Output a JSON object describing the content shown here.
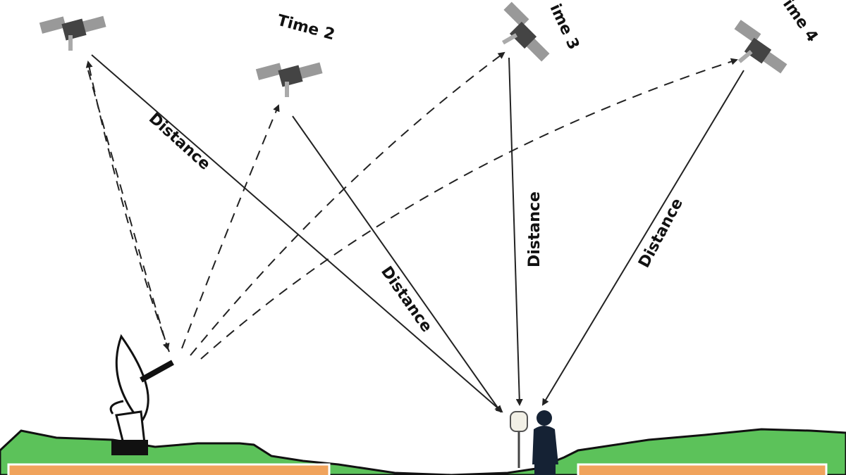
{
  "satellites": [
    {
      "label": ""
    },
    {
      "label": "Time 2"
    },
    {
      "label": "ime 3"
    },
    {
      "label": "ime 4"
    }
  ],
  "distance_labels": [
    "Distance",
    "Distance",
    "Distance",
    "Distance"
  ],
  "colors": {
    "ground": "#5cc25a",
    "box": "#f0a35c",
    "line": "#111111"
  }
}
